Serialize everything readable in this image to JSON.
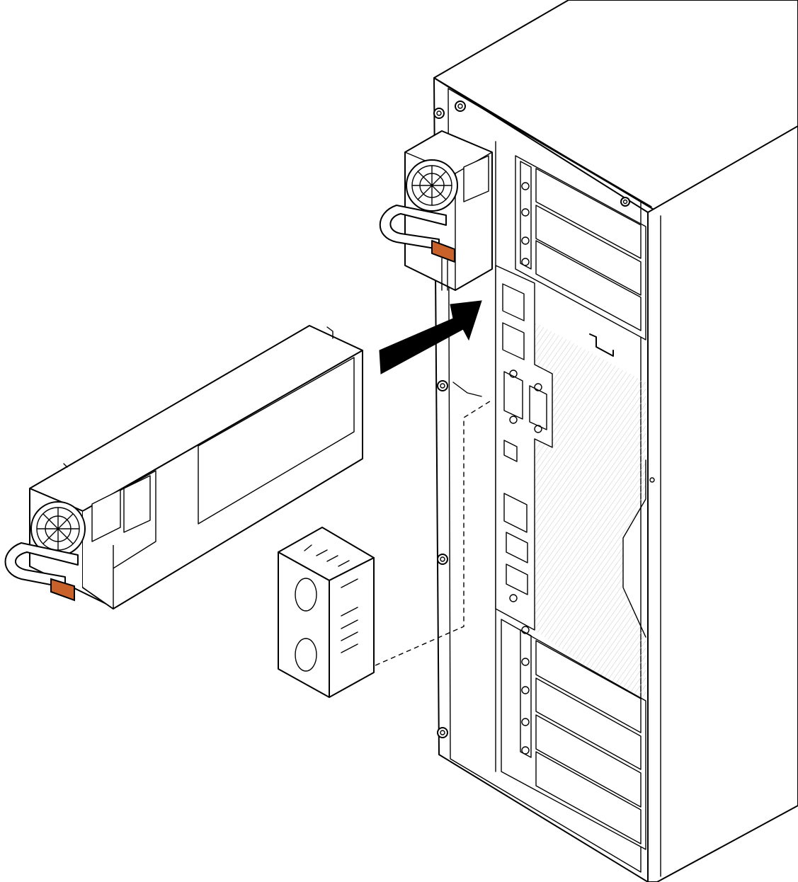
{
  "figure": {
    "colors": {
      "line": "#000000",
      "background": "#ffffff",
      "release_tab": "#c8622a",
      "insert_arrow": "#000000"
    },
    "icons": [
      "server-chassis",
      "power-supply-unit",
      "power-supply-filler",
      "insert-arrow-icon",
      "release-latch-tab",
      "fan-icon"
    ]
  }
}
